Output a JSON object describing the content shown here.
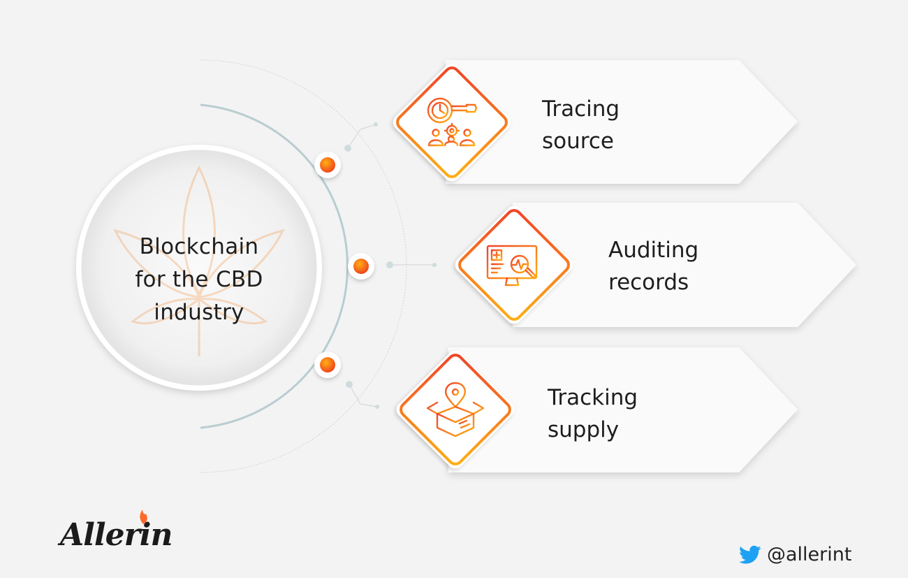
{
  "center": {
    "lines": [
      "Blockchain",
      "for the CBD",
      "industry"
    ]
  },
  "cards": [
    {
      "icon": "magnifier-gear-people-icon",
      "lines": [
        "Tracing",
        "source"
      ]
    },
    {
      "icon": "monitor-audit-magnifier-icon",
      "lines": [
        "Auditing",
        "records"
      ]
    },
    {
      "icon": "location-box-icon",
      "lines": [
        "Tracking",
        "supply"
      ]
    }
  ],
  "footer": {
    "brand": "Allerin",
    "handle": "@allerint"
  },
  "colors": {
    "accent_start": "#f0432a",
    "accent_end": "#ffae12",
    "arc": "#b8cdd0",
    "text": "#1e1e1e",
    "twitter": "#1da1f2"
  }
}
